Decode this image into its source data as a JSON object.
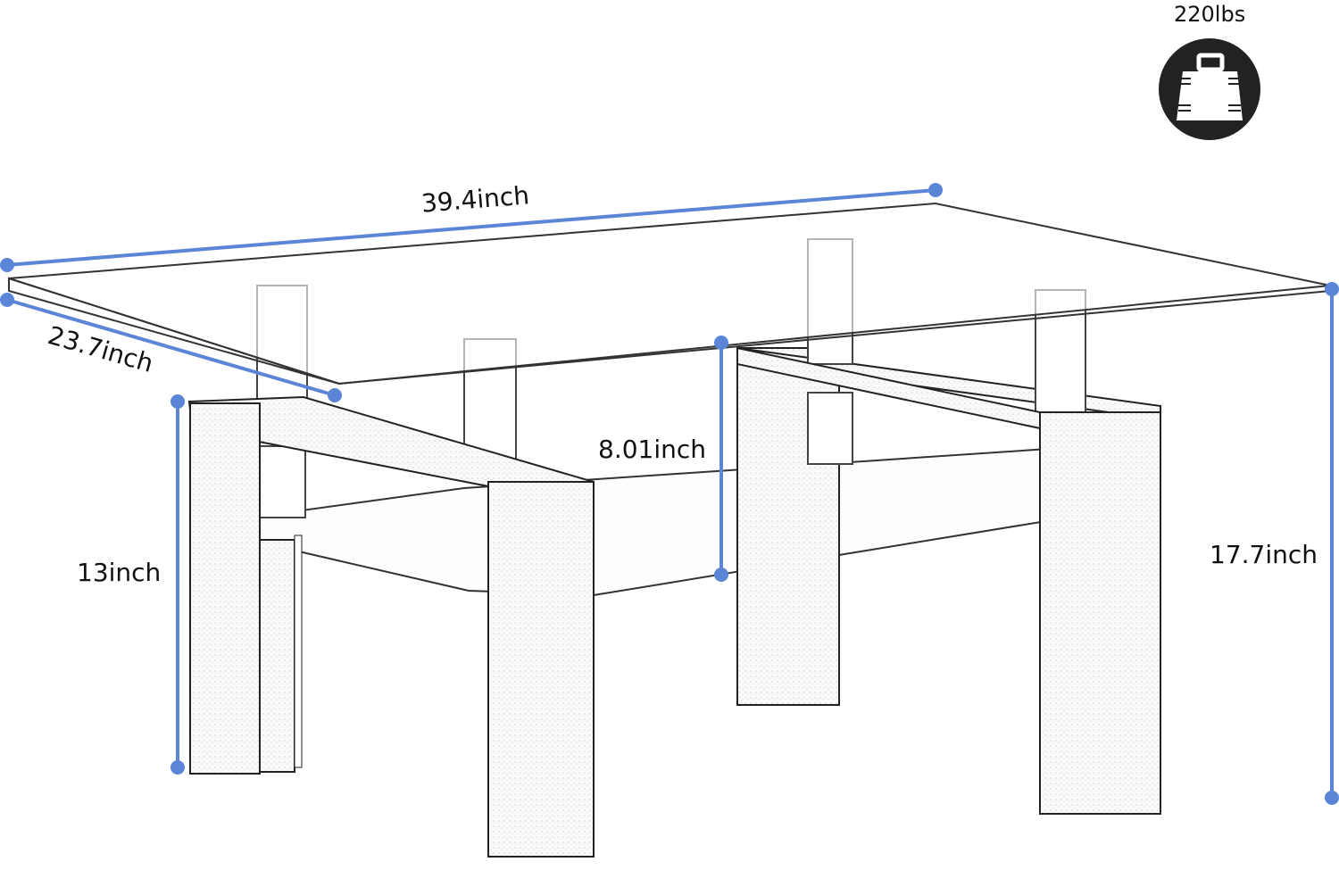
{
  "diagram": {
    "subject": "Coffee table with glass top and lower shelf",
    "accent_color": "#5b85d6",
    "line_color": "#222222",
    "dimensions": {
      "width": "39.4inch",
      "depth": "23.7inch",
      "height": "17.7inch",
      "leg_height": "13inch",
      "shelf_clearance": "8.01inch"
    },
    "load_capacity": {
      "value": "220lbs",
      "icon": "weight-icon"
    }
  }
}
